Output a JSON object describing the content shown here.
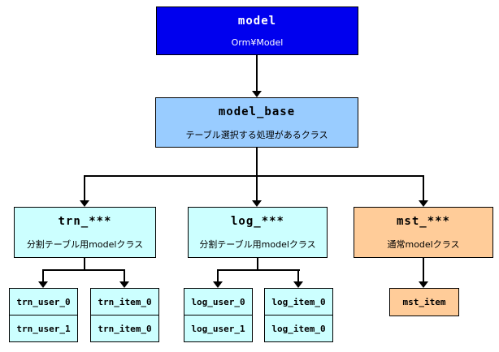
{
  "nodes": {
    "model": {
      "title": "model",
      "subtitle": "Orm¥Model"
    },
    "model_base": {
      "title": "model_base",
      "subtitle": "テーブル選択する処理があるクラス"
    },
    "trn": {
      "title": "trn_***",
      "subtitle": "分割テーブル用modelクラス"
    },
    "log": {
      "title": "log_***",
      "subtitle": "分割テーブル用modelクラス"
    },
    "mst": {
      "title": "mst_***",
      "subtitle": "通常modelクラス"
    },
    "mst_item": {
      "title": "mst_item"
    }
  },
  "stacks": {
    "trn_user": [
      "trn_user_0",
      "trn_user_1"
    ],
    "trn_item": [
      "trn_item_0",
      "trn_item_0"
    ],
    "log_user": [
      "log_user_0",
      "log_user_1"
    ],
    "log_item": [
      "log_item_0",
      "log_item_0"
    ]
  },
  "colors": {
    "model_fill": "#0000EE",
    "model_text": "#FFFFFF",
    "model_base_fill": "#99CCFF",
    "split_table_fill": "#CCFFFF",
    "normal_model_fill": "#FFCC99",
    "border": "#000000",
    "background": "#FFFFFF"
  }
}
